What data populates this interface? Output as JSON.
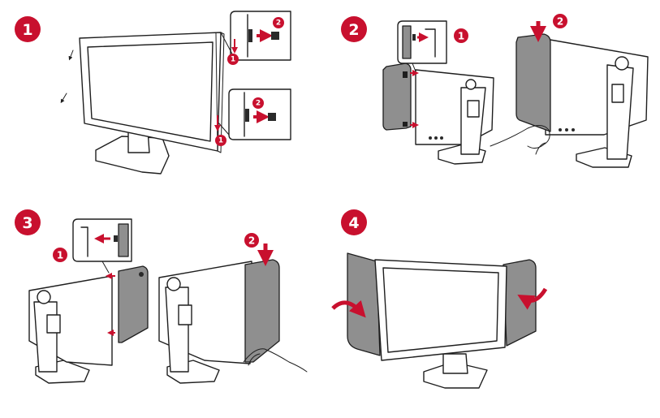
{
  "steps": [
    {
      "label": "1",
      "callouts": [
        "1",
        "2",
        "1",
        "2"
      ]
    },
    {
      "label": "2",
      "callouts": [
        "1",
        "2"
      ]
    },
    {
      "label": "3",
      "callouts": [
        "1",
        "2"
      ]
    },
    {
      "label": "4",
      "callouts": []
    }
  ],
  "colors": {
    "accent": "#c8102e",
    "shield": "#8f8f8f",
    "outline": "#1e1e1e",
    "background": "#ffffff"
  }
}
